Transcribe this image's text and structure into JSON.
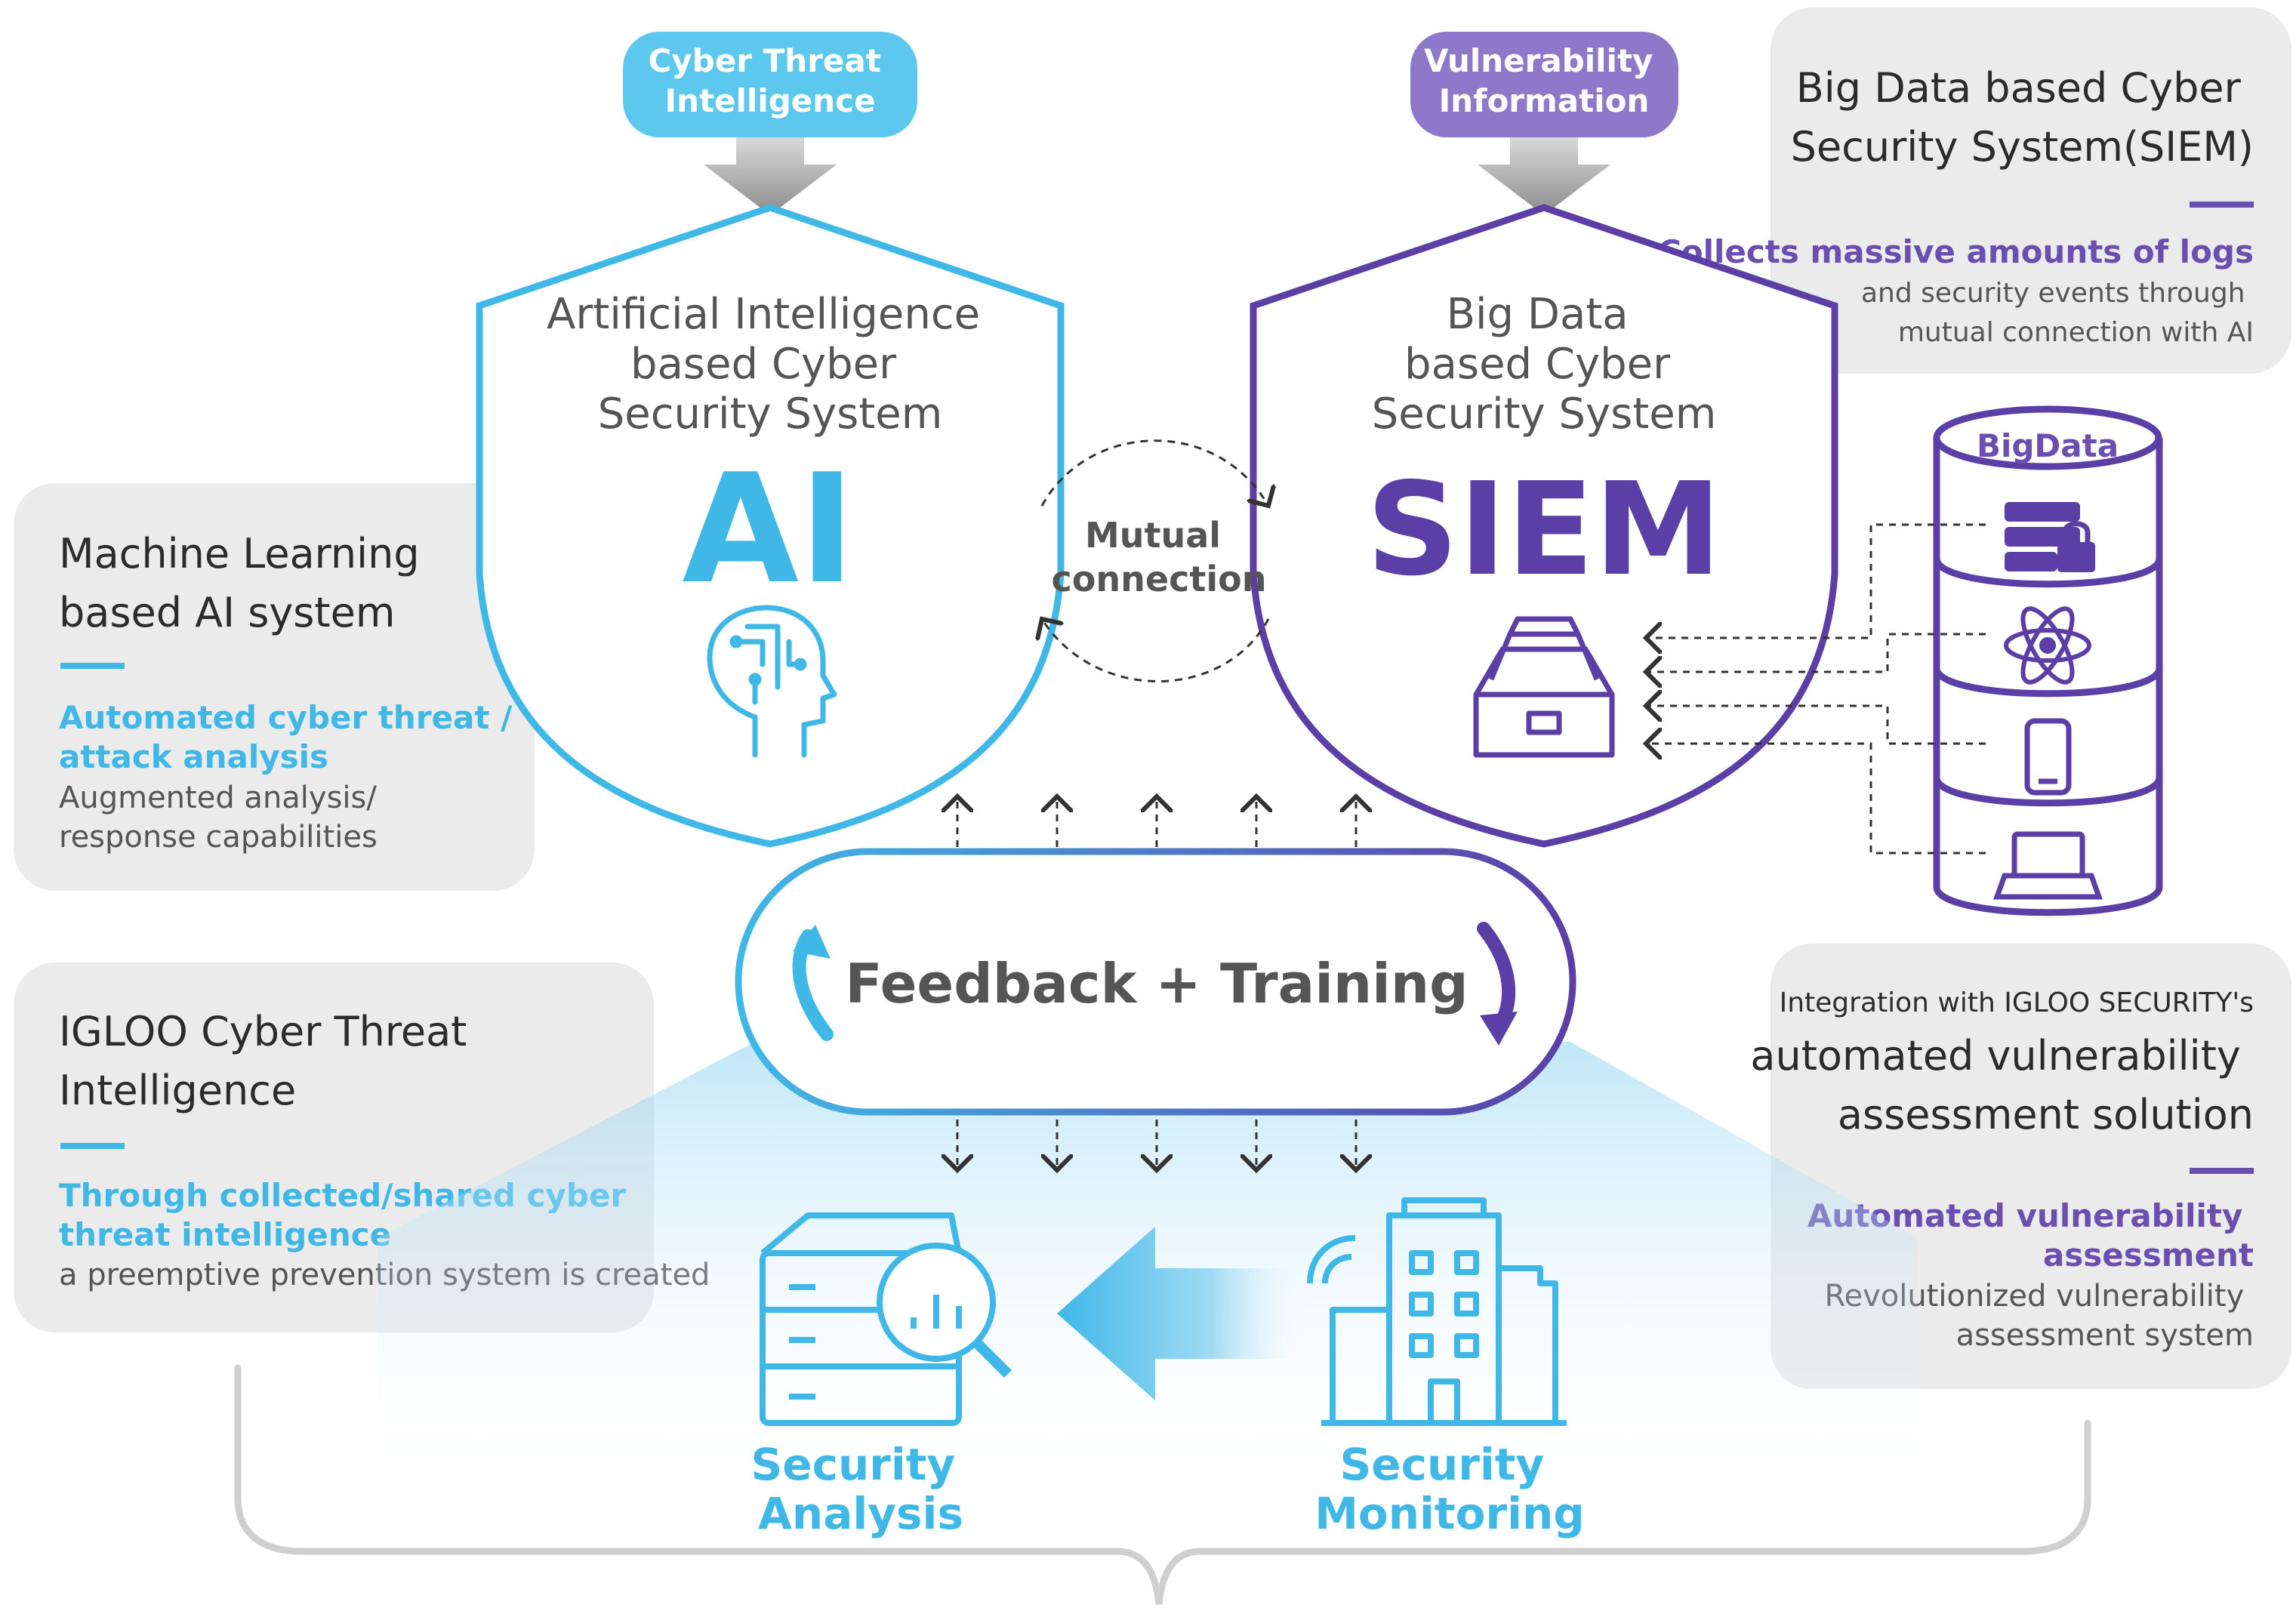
{
  "colors": {
    "ai_blue": "#3fb8e8",
    "siem_purple": "#5b3fa6",
    "panel_gray": "#ebebeb",
    "text_gray": "#555555"
  },
  "inputs": {
    "cyber_threat_intel_line1": "Cyber Threat",
    "cyber_threat_intel_line2": "Intelligence",
    "vuln_info_line1": "Vulnerability",
    "vuln_info_line2": "Information"
  },
  "ai_shield": {
    "title_lines": [
      "Artificial Intelligence",
      "based Cyber",
      "Security System"
    ],
    "acronym": "AI",
    "icon": "ai-head-icon"
  },
  "siem_shield": {
    "title_lines": [
      "Big Data",
      "based Cyber",
      "Security System"
    ],
    "acronym": "SIEM",
    "icon": "file-drawer-icon"
  },
  "mutual_connection": [
    "Mutual",
    "connection"
  ],
  "feedback_loop": "Feedback + Training",
  "bigdata": {
    "label": "BigData",
    "icons": [
      "server-lock-icon",
      "atom-icon",
      "mobile-icon",
      "laptop-icon"
    ]
  },
  "panels": {
    "ml": {
      "title_lines": [
        "Machine Learning",
        "based AI system"
      ],
      "highlight_lines": [
        "Automated cyber threat /",
        "attack analysis"
      ],
      "body_lines": [
        "Augmented analysis/",
        "response capabilities"
      ]
    },
    "igloo_cti": {
      "title_lines": [
        "IGLOO Cyber Threat",
        "Intelligence"
      ],
      "highlight_lines": [
        "Through collected/shared cyber",
        "threat  intelligence"
      ],
      "body_lines": [
        "a preemptive prevention system is created"
      ]
    },
    "siem": {
      "title_lines": [
        "Big Data based Cyber",
        "Security System(SIEM)"
      ],
      "highlight_lines": [
        "Collects massive amounts of logs"
      ],
      "body_lines": [
        "and security events through",
        "mutual connection with AI"
      ]
    },
    "vuln": {
      "intro": "Integration with IGLOO SECURITY's",
      "title_lines": [
        "automated vulnerability",
        "assessment solution"
      ],
      "highlight_lines": [
        "Automated vulnerability",
        "assessment"
      ],
      "body_lines": [
        "Revolutionized vulnerability",
        "assessment system"
      ]
    }
  },
  "bottom": {
    "analysis_lines": [
      "Security",
      "Analysis"
    ],
    "monitoring_lines": [
      "Security",
      "Monitoring"
    ]
  }
}
